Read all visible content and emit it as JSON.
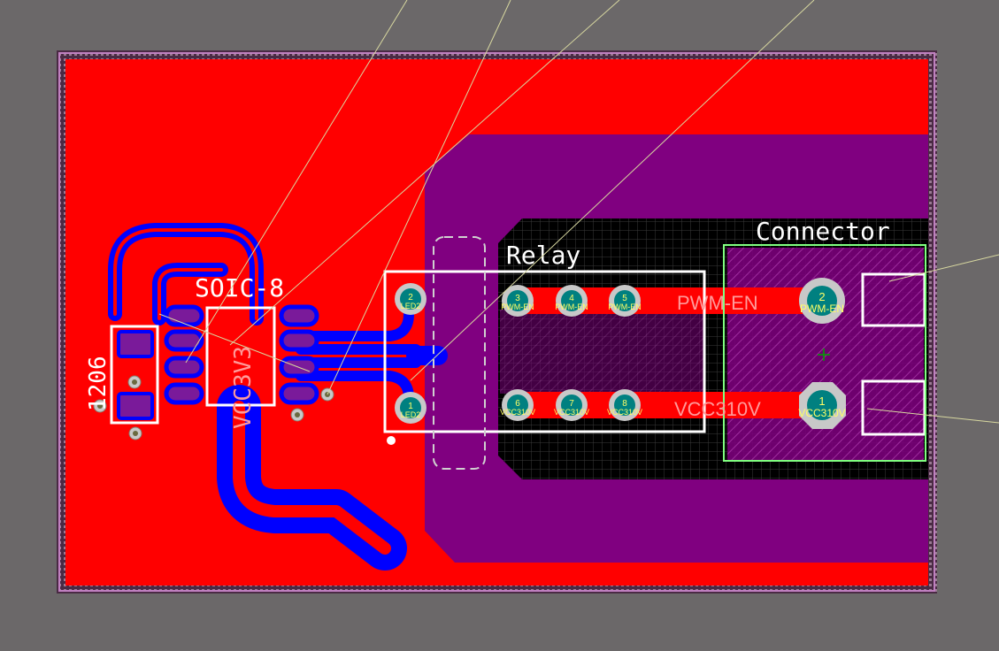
{
  "colors": {
    "background": "#6b6869",
    "top_copper": "#ff0000",
    "bottom_copper": "#0000ff",
    "bottom_pour": "#800080",
    "silkscreen": "#ffffff",
    "pad_label": "#ffff66",
    "via_ring": "#c0c0c0",
    "drill": "#008080",
    "board_outline": "#c080c0",
    "keepout": "#000000",
    "ratsnest": "#d8d8a0",
    "footprint_outline": "#80ff80"
  },
  "silkscreen_labels": {
    "soic": "SOIC-8",
    "package_1206": "1206",
    "vcc3v3": "VCC3V3",
    "relay": "Relay",
    "connector": "Connector",
    "net_pwm_en": "PWM-EN",
    "net_vcc310v": "VCC310V"
  },
  "pads": {
    "relay_2": {
      "number": "2",
      "net": "LED2"
    },
    "relay_1": {
      "number": "1",
      "net": "LED2"
    },
    "relay_3": {
      "number": "3",
      "net": "PWM-EN"
    },
    "relay_4": {
      "number": "4",
      "net": "PWM-EN"
    },
    "relay_5": {
      "number": "5",
      "net": "PWM-EN"
    },
    "relay_6": {
      "number": "6",
      "net": "VCC310V"
    },
    "relay_7": {
      "number": "7",
      "net": "VCC310V"
    },
    "relay_8": {
      "number": "8",
      "net": "VCC310V"
    },
    "conn_2": {
      "number": "2",
      "net": "PWM-EN"
    },
    "conn_1": {
      "number": "1",
      "net": "VCC310V"
    }
  }
}
